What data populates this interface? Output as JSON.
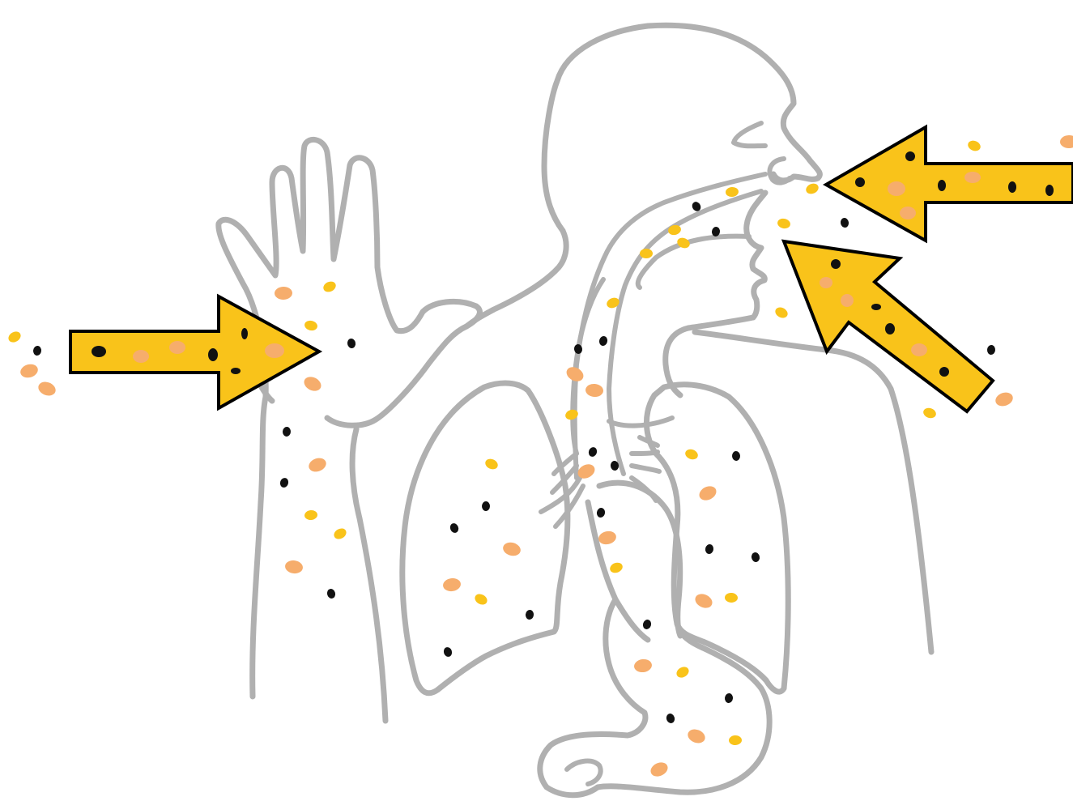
{
  "figure": {
    "subject": "exposure-routes-diagram",
    "colors": {
      "background": "#ffffff",
      "outline": "#b0b0b0",
      "arrow_fill": "#f9c31a",
      "arrow_stroke": "#000000",
      "particle_yellow": "#f9c31a",
      "particle_orange": "#f6ad6c",
      "particle_black": "#111111"
    },
    "arrows": [
      {
        "name": "arrow-skin",
        "direction": "right",
        "target": "hand"
      },
      {
        "name": "arrow-inhalation",
        "direction": "left",
        "target": "nose"
      },
      {
        "name": "arrow-ingestion",
        "direction": "up-left",
        "target": "mouth"
      }
    ],
    "particle_types": [
      "yellow",
      "orange",
      "black"
    ]
  }
}
